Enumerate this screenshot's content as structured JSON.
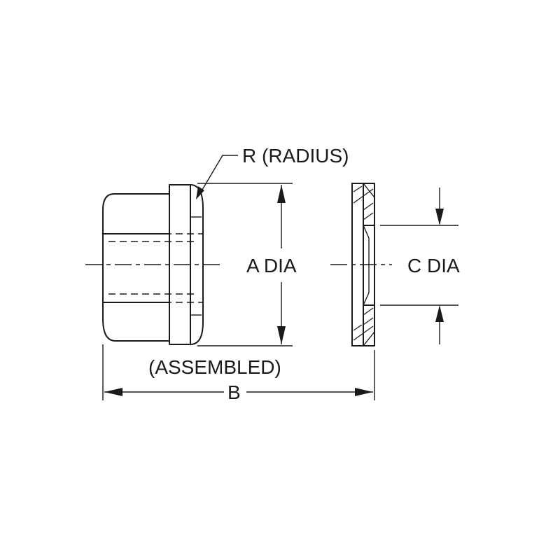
{
  "labels": {
    "radius": "R (RADIUS)",
    "a_dia": "A DIA",
    "c_dia": "C DIA",
    "assembled": "(ASSEMBLED)",
    "b": "B"
  },
  "colors": {
    "line": "#1a1a1a",
    "background": "#ffffff"
  }
}
